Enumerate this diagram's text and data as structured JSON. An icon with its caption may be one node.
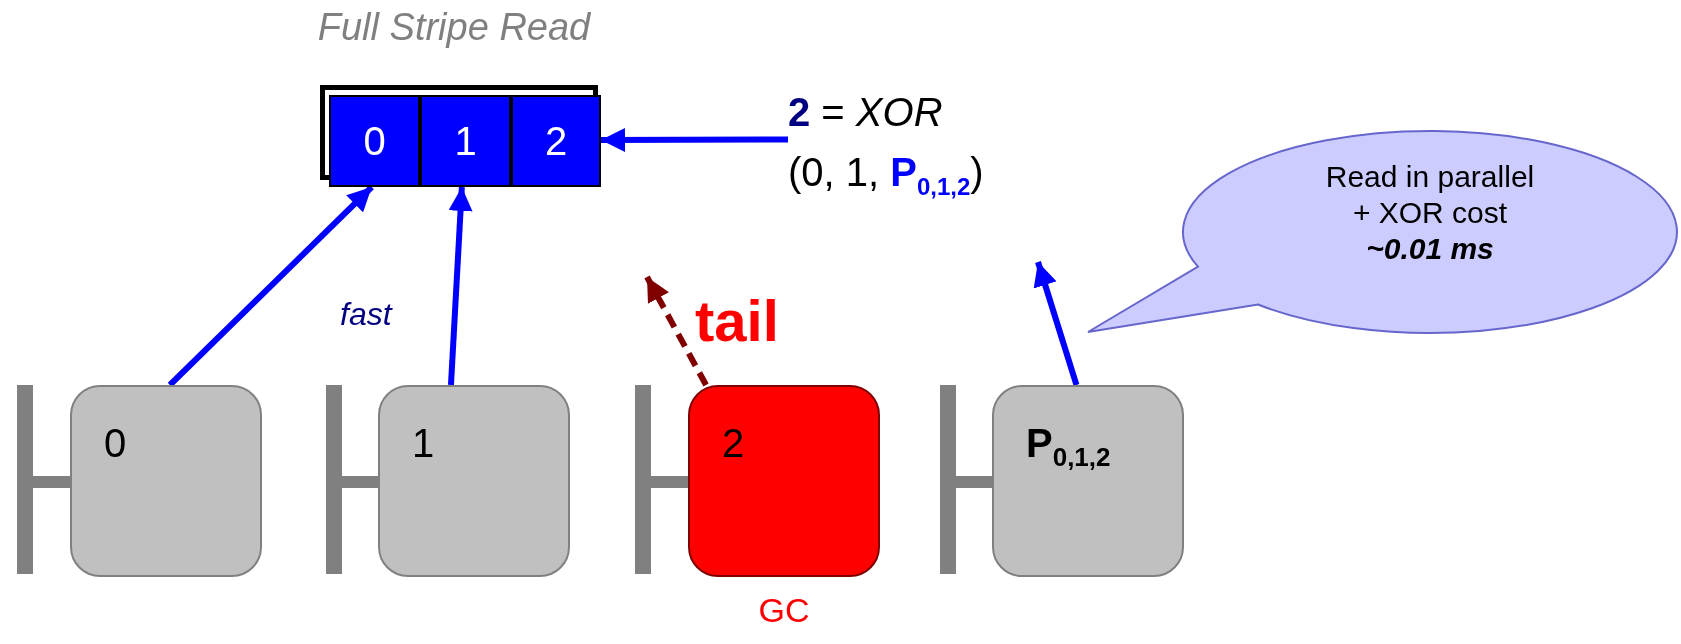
{
  "diagram": {
    "nodes": [
      {
        "text": [
          "Full Stripe Read"
        ]
      },
      {
        "text": [
          "0"
        ],
        "in": 0
      },
      {
        "text": [
          "1"
        ],
        "in": 0
      },
      {
        "text": [
          "2"
        ],
        "in": 0
      },
      {
        "text": [
          "**2** = *XOR*",
          "(0, 1, **P**$_{0,1,2}$)"
        ]
      },
      {
        "text": [
          "Read in parallel + XOR cost **~0.01 ms**"
        ]
      },
      {
        "text": [
          "0"
        ]
      },
      {
        "text": [
          "1"
        ]
      },
      {
        "text": [
          "2"
        ],
        "beside": [
          "GC"
        ]
      },
      {
        "text": [
          "P$_{0,1,2}$"
        ]
      }
    ],
    "edges": [
      {
        "from": 6,
        "to": 1,
        "arrow": "to"
      },
      {
        "from": 7,
        "to": 2,
        "arrow": "to"
      },
      {
        "from": 8,
        "to": null,
        "arrow": "to",
        "style": "dashed",
        "color": "#800000"
      },
      {
        "from": 9,
        "to": null,
        "arrow": "to"
      },
      {
        "from": 4,
        "to": 3,
        "arrow": "to"
      }
    ],
    "labels": [
      "fast",
      "tail"
    ]
  }
}
